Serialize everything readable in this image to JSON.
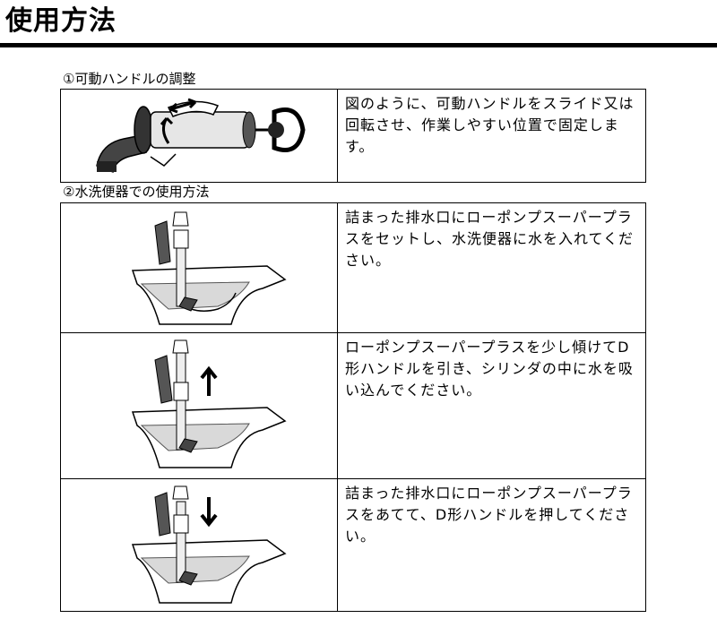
{
  "page": {
    "title": "使用方法"
  },
  "sections": [
    {
      "label": "①可動ハンドルの調整",
      "rows": [
        {
          "text": "図のように、可動ハンドルをスライド又は回転させ、作業しやすい位置で固定します。"
        }
      ]
    },
    {
      "label": "②水洗便器での使用方法",
      "rows": [
        {
          "text": "詰まった排水口にローポンプスーパープラスをセットし、水洗便器に水を入れてください。"
        },
        {
          "text": "ローポンプスーパープラスを少し傾けてD形ハンドルを引き、シリンダの中に水を吸い込んでください。"
        },
        {
          "text": "詰まった排水口にローポンプスーパープラスをあてて、D形ハンドルを押してください。"
        }
      ]
    }
  ]
}
